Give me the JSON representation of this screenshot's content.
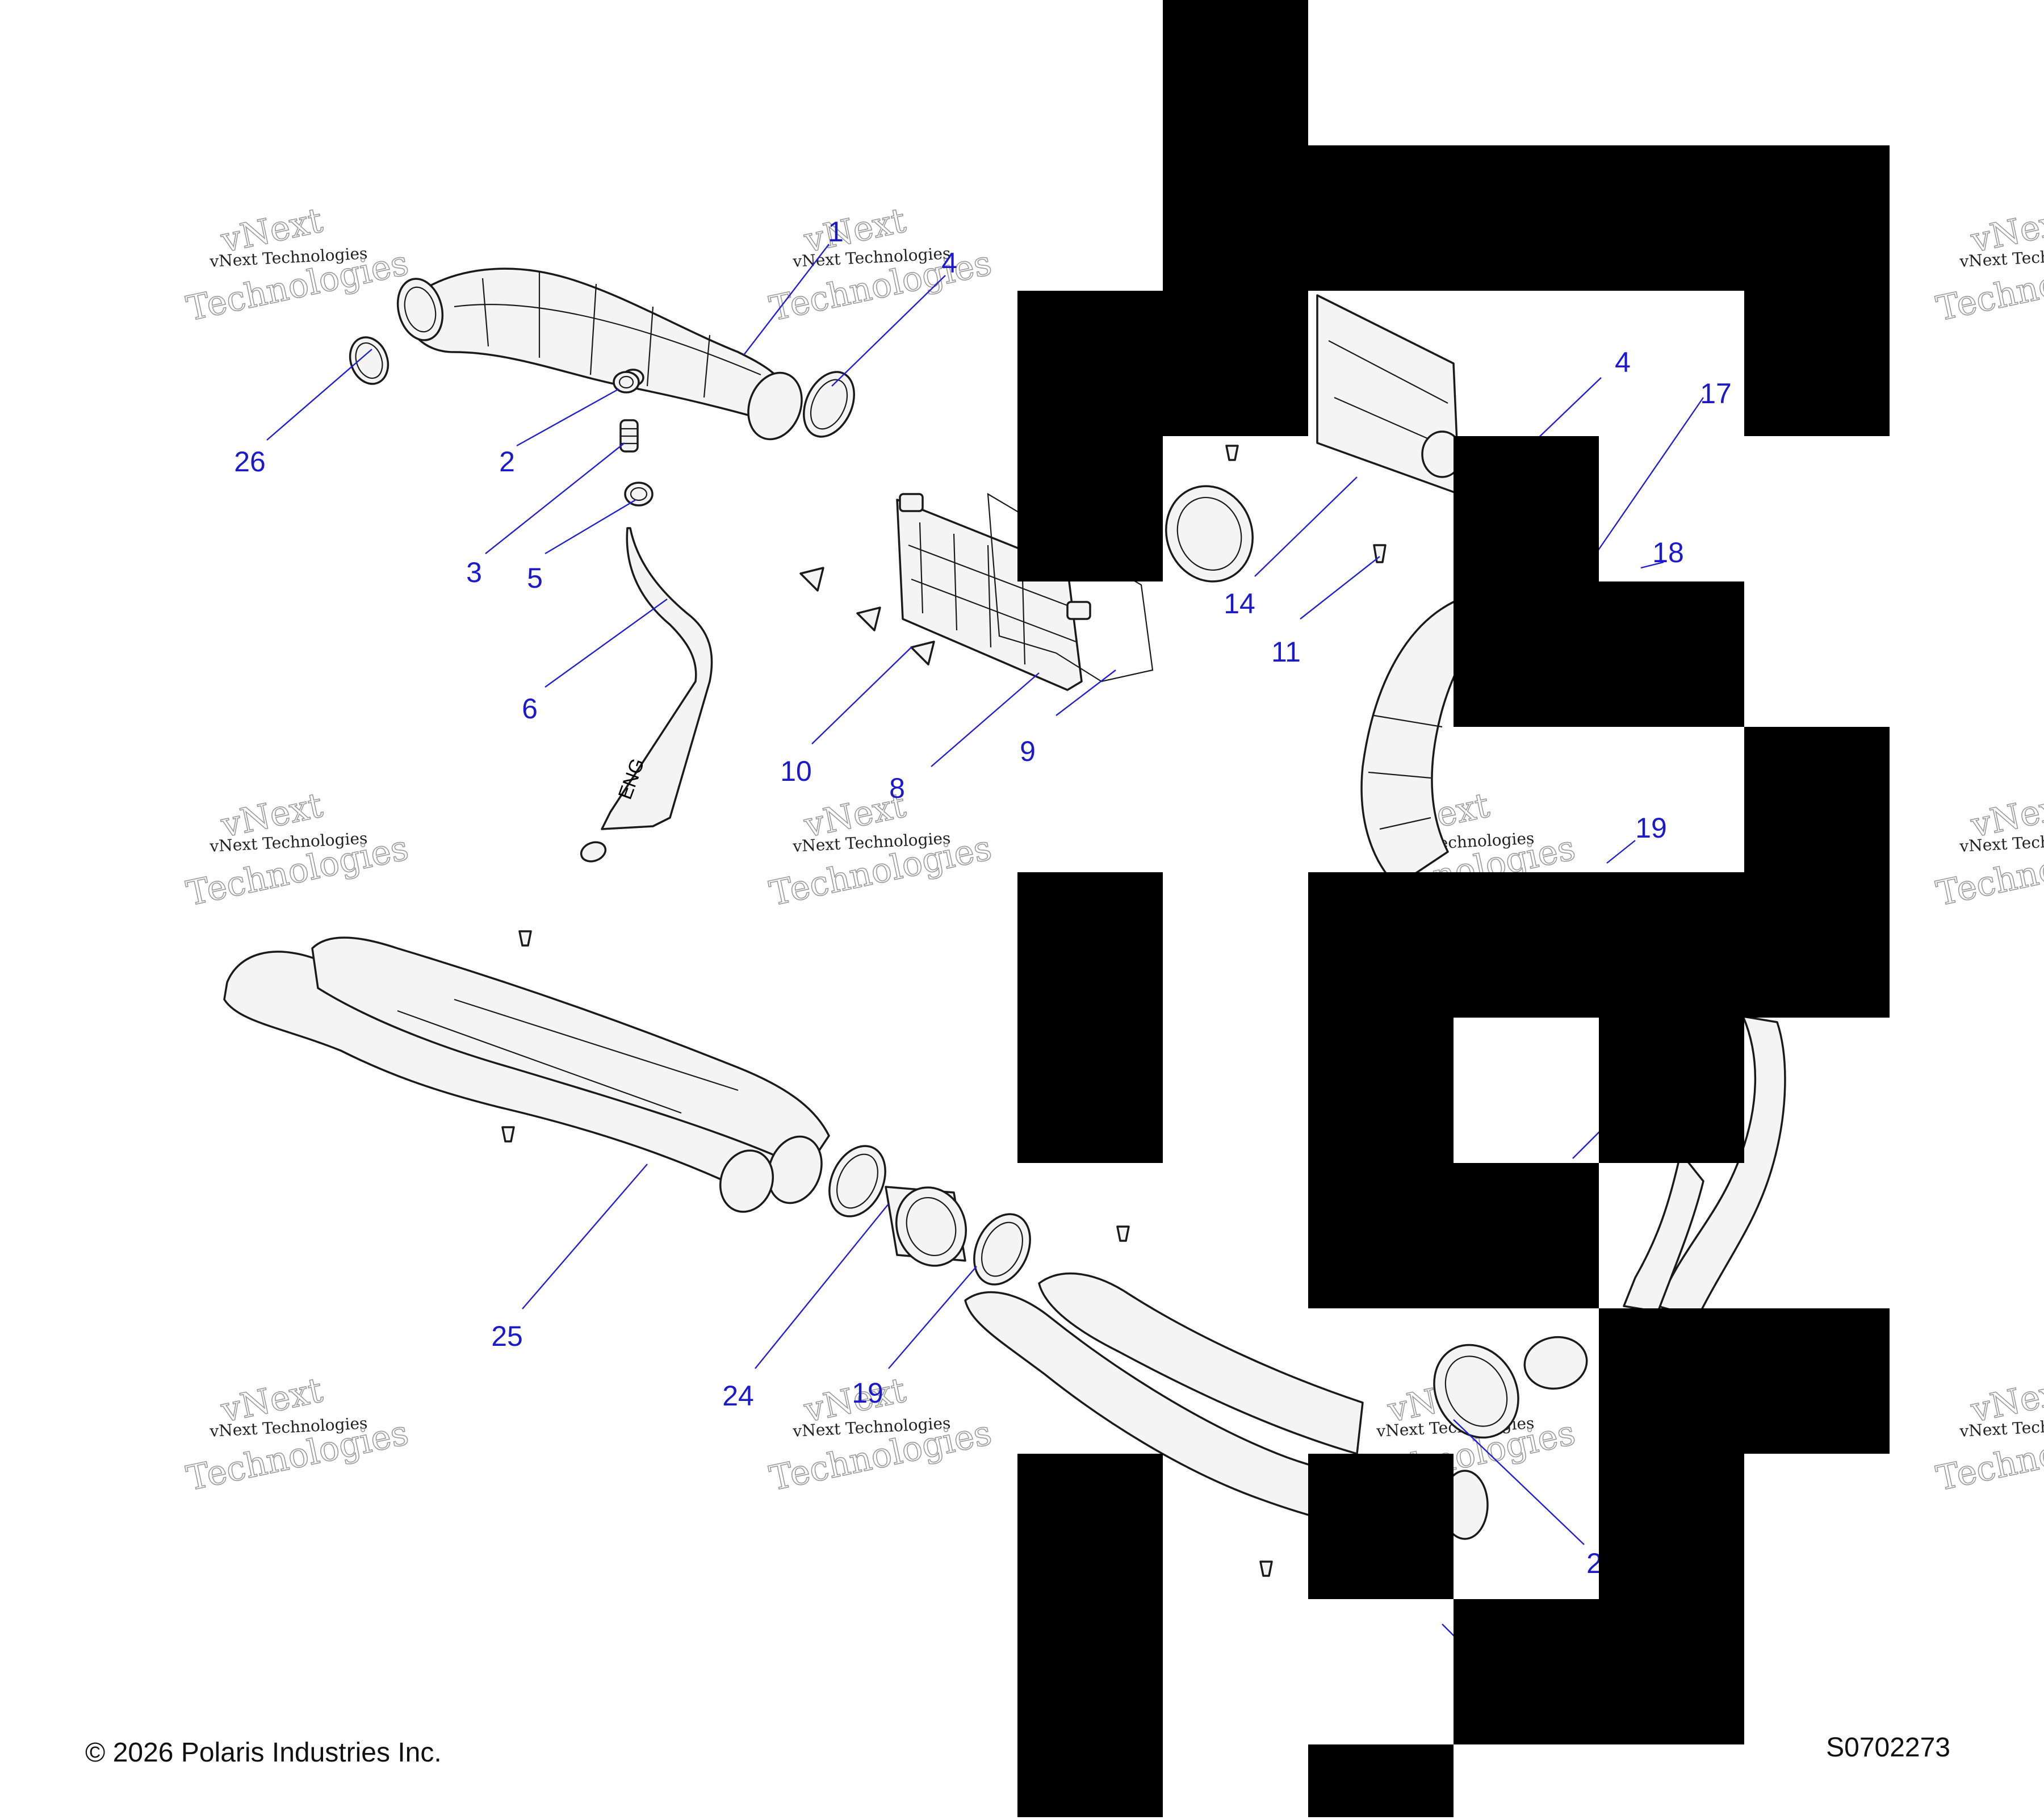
{
  "copyright": "© 2026 Polaris Industries Inc.",
  "diagram_id": "S0702273",
  "watermark": {
    "line1": "vNext Technologies",
    "line2": "vNext",
    "line3": "Technologies"
  },
  "hose_marking": "ENG",
  "callouts": {
    "c1": "1",
    "c2": "2",
    "c3": "3",
    "c4a": "4",
    "c4b": "4",
    "c5": "5",
    "c6": "6",
    "c8": "8",
    "c9": "9",
    "c10": "10",
    "c11": "11",
    "c14": "14",
    "c17": "17",
    "c18": "18",
    "c19a": "19",
    "c19b": "19",
    "c24": "24",
    "c25": "25",
    "c26": "26",
    "c2b": "2"
  }
}
